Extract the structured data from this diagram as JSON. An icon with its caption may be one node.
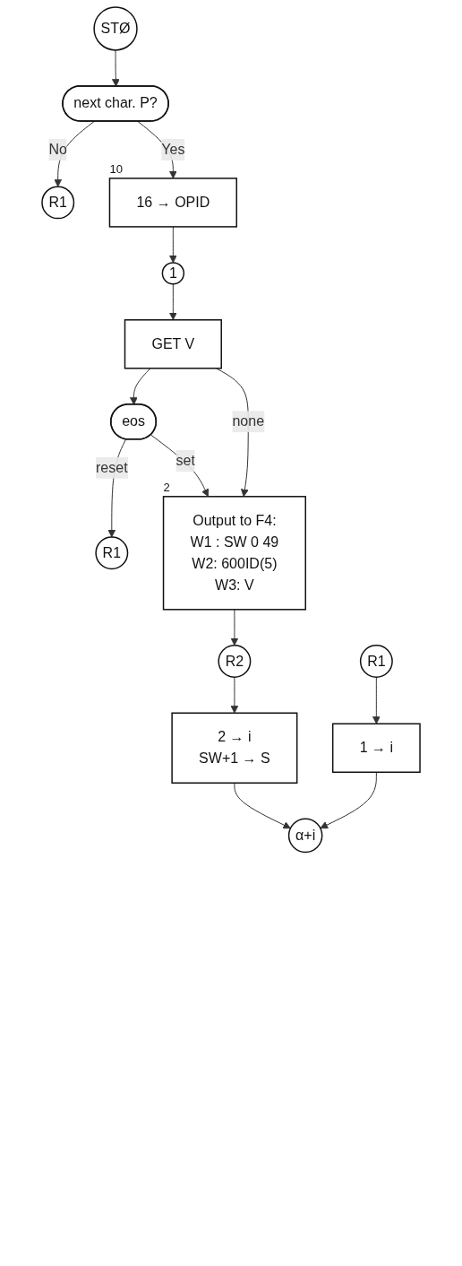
{
  "diagram": {
    "nodes": [
      {
        "text": [
          "STØ"
        ]
      },
      {
        "text": [
          "next char. P?"
        ]
      },
      {
        "text": [
          "R1"
        ]
      },
      {
        "text": [
          "16 → OPID"
        ],
        "beside": [
          "10"
        ]
      },
      {
        "text": [
          "1"
        ]
      },
      {
        "text": [
          "GET V"
        ]
      },
      {
        "text": [
          "eos"
        ]
      },
      {
        "text": [
          "R1"
        ]
      },
      {
        "text": [
          "Output to F4:",
          "W1 : SW 0 49",
          "W2: 600ID(5)",
          "W3: V"
        ],
        "beside": [
          "2"
        ]
      },
      {
        "text": [
          "R2"
        ]
      },
      {
        "text": [
          "R1"
        ]
      },
      {
        "text": [
          "2 → i",
          "SW+1 → S"
        ]
      },
      {
        "text": [
          "1 → i"
        ]
      },
      {
        "text": [
          "α+i"
        ]
      }
    ],
    "edges": [
      {
        "from": 0,
        "to": 1,
        "arrow": "to"
      },
      {
        "from": 1,
        "to": 2,
        "label": "No",
        "arrow": "to"
      },
      {
        "from": 1,
        "to": 3,
        "label": "Yes",
        "arrow": "to"
      },
      {
        "from": 3,
        "to": 4,
        "arrow": "to"
      },
      {
        "from": 4,
        "to": 5,
        "arrow": "to"
      },
      {
        "from": 5,
        "to": 6,
        "arrow": "to"
      },
      {
        "from": 5,
        "to": 8,
        "label": "none",
        "arrow": "to"
      },
      {
        "from": 6,
        "to": 7,
        "label": "reset",
        "arrow": "to"
      },
      {
        "from": 6,
        "to": 8,
        "label": "set",
        "arrow": "to"
      },
      {
        "from": 8,
        "to": 9,
        "arrow": "to"
      },
      {
        "from": 9,
        "to": 11,
        "arrow": "to"
      },
      {
        "from": 11,
        "to": 13,
        "arrow": "to"
      },
      {
        "from": 10,
        "to": 12,
        "arrow": "to"
      },
      {
        "from": 12,
        "to": 13,
        "arrow": "to"
      }
    ]
  }
}
